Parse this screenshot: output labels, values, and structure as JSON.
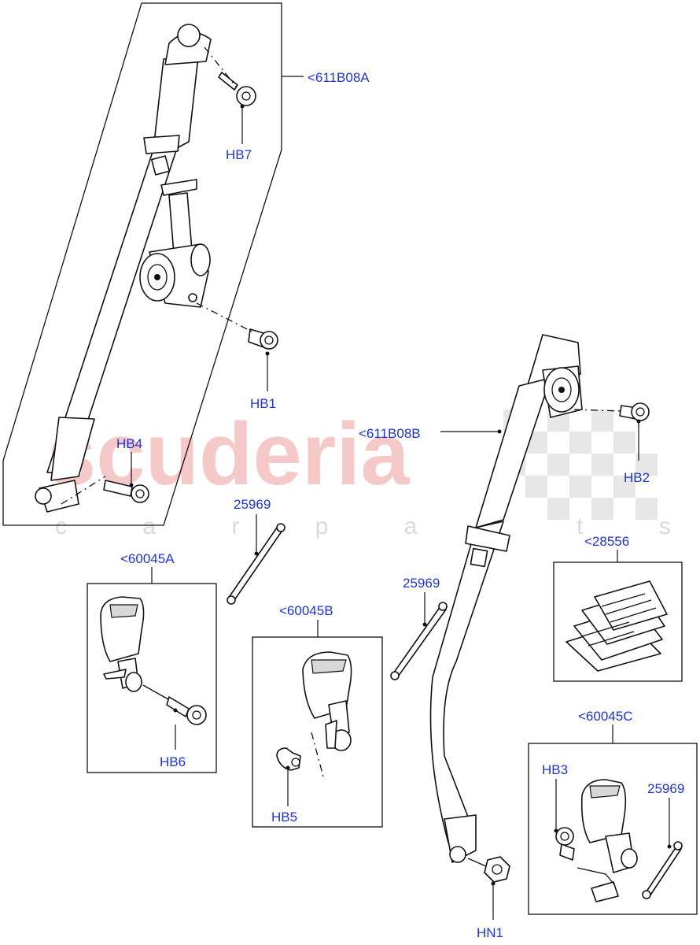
{
  "watermark": {
    "main": "scuderia",
    "sub": "c a r p a r t s"
  },
  "callouts": {
    "belt_rear_left": "<611B08A",
    "belt_rear_right": "<611B08B",
    "buckle_a": "<60045A",
    "buckle_b": "<60045B",
    "buckle_c": "<60045C",
    "instructions": "<28556",
    "strap_1": "25969",
    "strap_2": "25969",
    "strap_3": "25969",
    "hb1": "HB1",
    "hb2": "HB2",
    "hb3": "HB3",
    "hb4": "HB4",
    "hb5": "HB5",
    "hb6": "HB6",
    "hb7": "HB7",
    "hn1": "HN1"
  },
  "colors": {
    "label": "#1f35c9",
    "watermark": "#f3b8b8",
    "line": "#111111"
  }
}
